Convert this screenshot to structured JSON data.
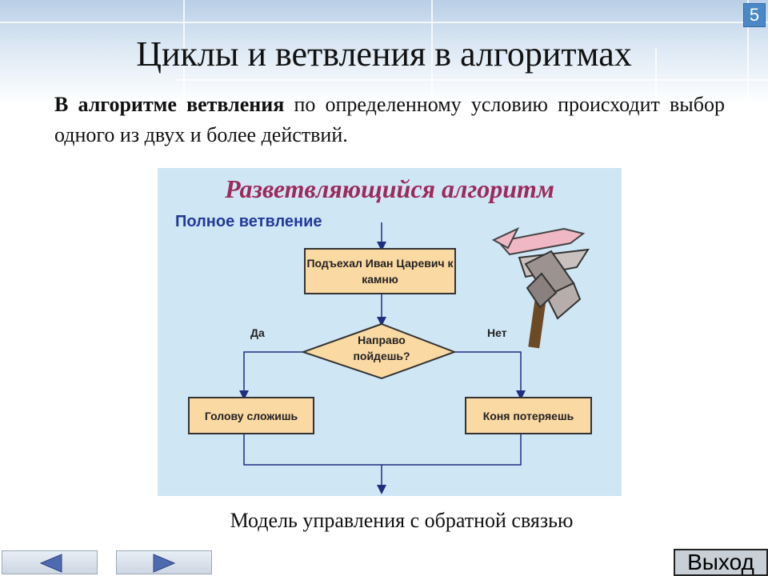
{
  "slide": {
    "number": "5"
  },
  "title": "Циклы и ветвления в алгоритмах",
  "intro": {
    "bold_part": "В алгоритме ветвления",
    "rest": "по определенному условию происходит выбор одного из двух и более действий."
  },
  "diagram": {
    "heading": "Разветвляющийся алгоритм",
    "subheading": "Полное ветвление",
    "start_box": "Подъехал Иван Царевич к камню",
    "condition": "Направо пойдешь?",
    "yes_label": "Да",
    "no_label": "Нет",
    "left_box": "Голову сложишь",
    "right_box": "Коня потеряешь",
    "illustration": "signpost-icon"
  },
  "caption": "Модель управления с обратной связью",
  "nav": {
    "back_icon": "triangle-left-icon",
    "forward_icon": "triangle-right-icon",
    "exit_label": "Выход"
  },
  "colors": {
    "accent": "#4a89c5",
    "diagram_bg": "#cfe6f5",
    "box_fill": "#fbd9a3",
    "heading": "#9c2a5c",
    "subheading": "#233a9a"
  }
}
